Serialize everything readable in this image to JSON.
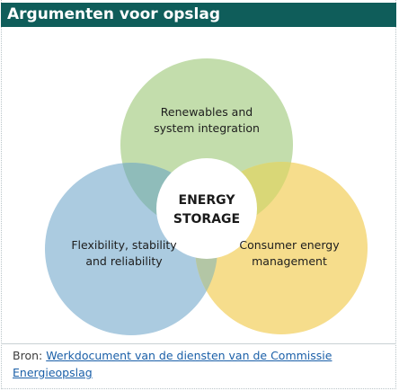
{
  "header": {
    "title": "Argumenten voor opslag",
    "background_color": "#0f5d5a"
  },
  "diagram": {
    "center_label_line1": "ENERGY",
    "center_label_line2": "STORAGE",
    "circles": [
      {
        "label_line1": "Renewables and",
        "label_line2": "system integration",
        "color": "#bfdca6"
      },
      {
        "label_line1": "Flexibility, stability",
        "label_line2": "and reliability",
        "color": "#a8c9df"
      },
      {
        "label_line1": "Consumer energy",
        "label_line2": "management",
        "color": "#f6dc8a"
      }
    ]
  },
  "source": {
    "prefix": "Bron:",
    "link_text": "Werkdocument van de diensten van de Commissie Energieopslag",
    "link_color": "#1a5fa8"
  }
}
